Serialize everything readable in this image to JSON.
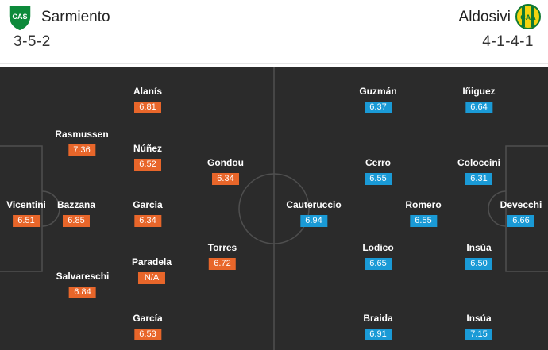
{
  "home": {
    "name": "Sarmiento",
    "formation": "3-5-2",
    "logo_text": "CAS",
    "logo_icon": "sarmiento-crest-icon",
    "color": "#e8662a",
    "players": [
      {
        "name": "Vicentini",
        "rating": "6.51"
      },
      {
        "name": "Rasmussen",
        "rating": "7.36"
      },
      {
        "name": "Bazzana",
        "rating": "6.85"
      },
      {
        "name": "Salvareschi",
        "rating": "6.84"
      },
      {
        "name": "Alanís",
        "rating": "6.81"
      },
      {
        "name": "Núñez",
        "rating": "6.52"
      },
      {
        "name": "Garcia",
        "rating": "6.34"
      },
      {
        "name": "Paradela",
        "rating": "N/A"
      },
      {
        "name": "García",
        "rating": "6.53"
      },
      {
        "name": "Gondou",
        "rating": "6.34"
      },
      {
        "name": "Torres",
        "rating": "6.72"
      }
    ]
  },
  "away": {
    "name": "Aldosivi",
    "formation": "4-1-4-1",
    "logo_text": "CAA",
    "logo_icon": "aldosivi-crest-icon",
    "color": "#1a9ad6",
    "players": [
      {
        "name": "Devecchi",
        "rating": "6.66"
      },
      {
        "name": "Iñiguez",
        "rating": "6.64"
      },
      {
        "name": "Coloccini",
        "rating": "6.31"
      },
      {
        "name": "Insúa",
        "rating": "6.50"
      },
      {
        "name": "Insúa",
        "rating": "7.15"
      },
      {
        "name": "Romero",
        "rating": "6.55"
      },
      {
        "name": "Guzmán",
        "rating": "6.37"
      },
      {
        "name": "Cerro",
        "rating": "6.55"
      },
      {
        "name": "Lodico",
        "rating": "6.65"
      },
      {
        "name": "Braida",
        "rating": "6.91"
      },
      {
        "name": "Cauteruccio",
        "rating": "6.94"
      }
    ]
  }
}
